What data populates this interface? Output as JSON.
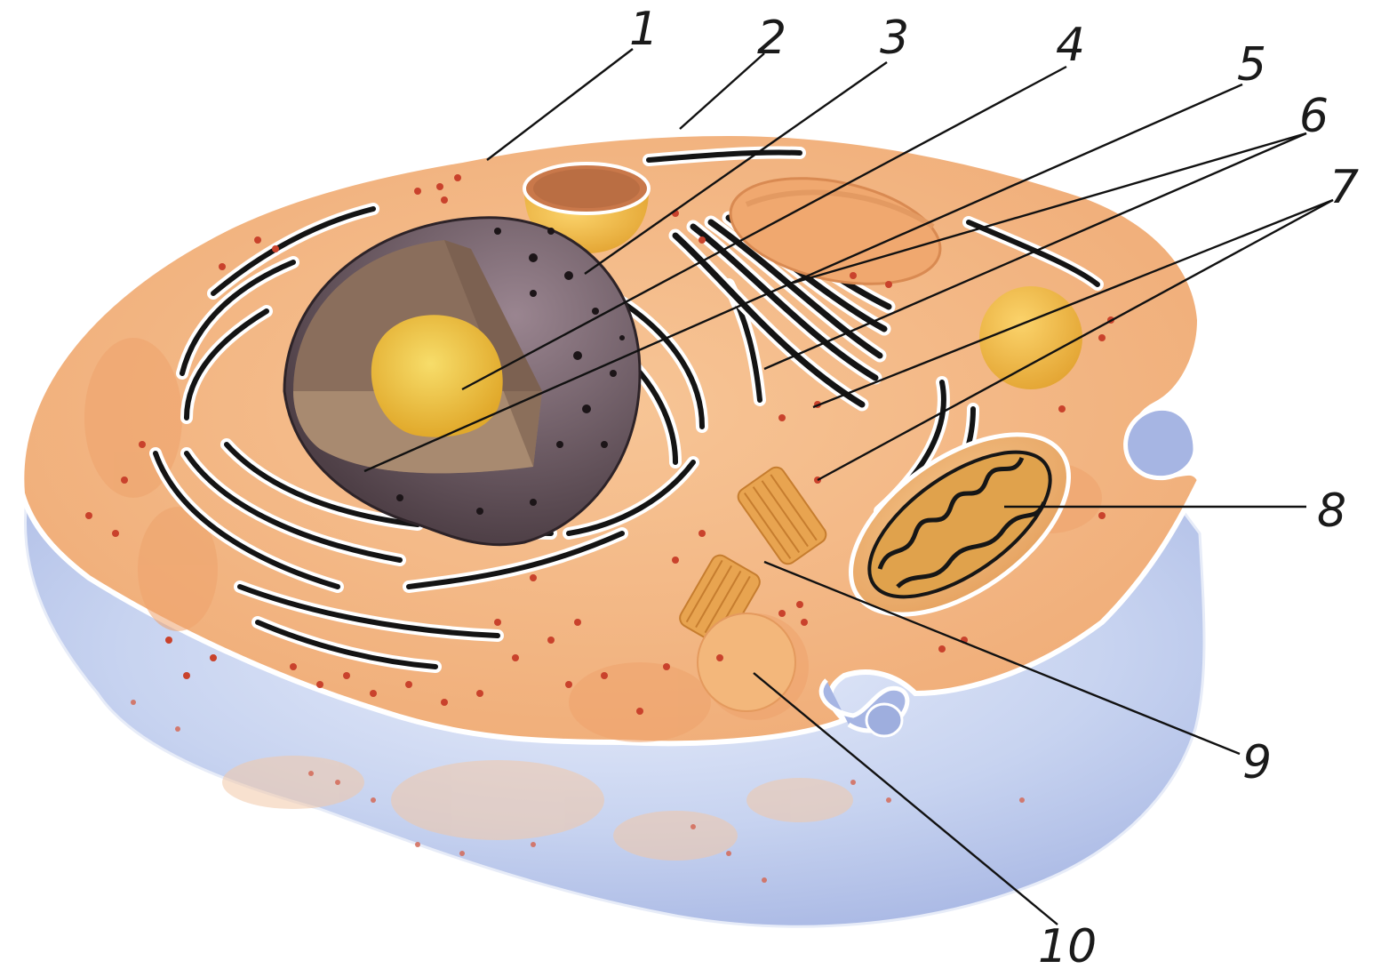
{
  "labels": [
    {
      "id": "1",
      "text": "1"
    },
    {
      "id": "2",
      "text": "2"
    },
    {
      "id": "3",
      "text": "3"
    },
    {
      "id": "4",
      "text": "4"
    },
    {
      "id": "5",
      "text": "5"
    },
    {
      "id": "6",
      "text": "6"
    },
    {
      "id": "7",
      "text": "7"
    },
    {
      "id": "8",
      "text": "8"
    },
    {
      "id": "9",
      "text": "9"
    },
    {
      "id": "10",
      "text": "10"
    }
  ],
  "colors": {
    "cytoplasm": "#f4b987",
    "base": "#b9c8ec",
    "nucleus": "#6e5a62",
    "nucleolus": "#f2c84a",
    "ribosome": "#c9422c"
  }
}
